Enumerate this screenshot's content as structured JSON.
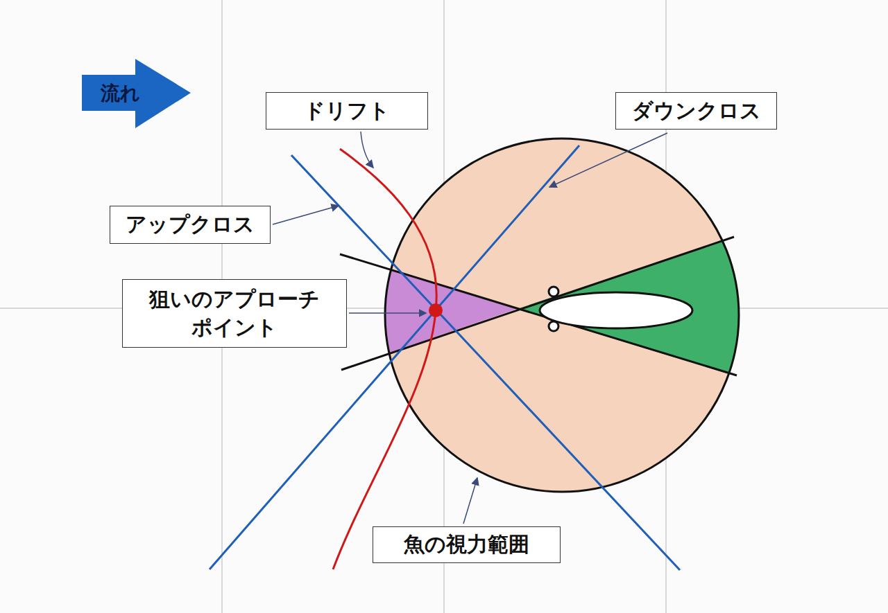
{
  "diagram": {
    "nodes": [
      {
        "text": [
          "流れ"
        ]
      },
      {
        "text": [
          "ドリフト"
        ]
      },
      {
        "text": [
          "ダウンクロス"
        ]
      },
      {
        "text": [
          "アップクロス"
        ]
      },
      {
        "text": [
          "狙いのアプローチ ポイント"
        ]
      },
      {
        "text": [
          "魚の視力範囲"
        ]
      }
    ]
  }
}
